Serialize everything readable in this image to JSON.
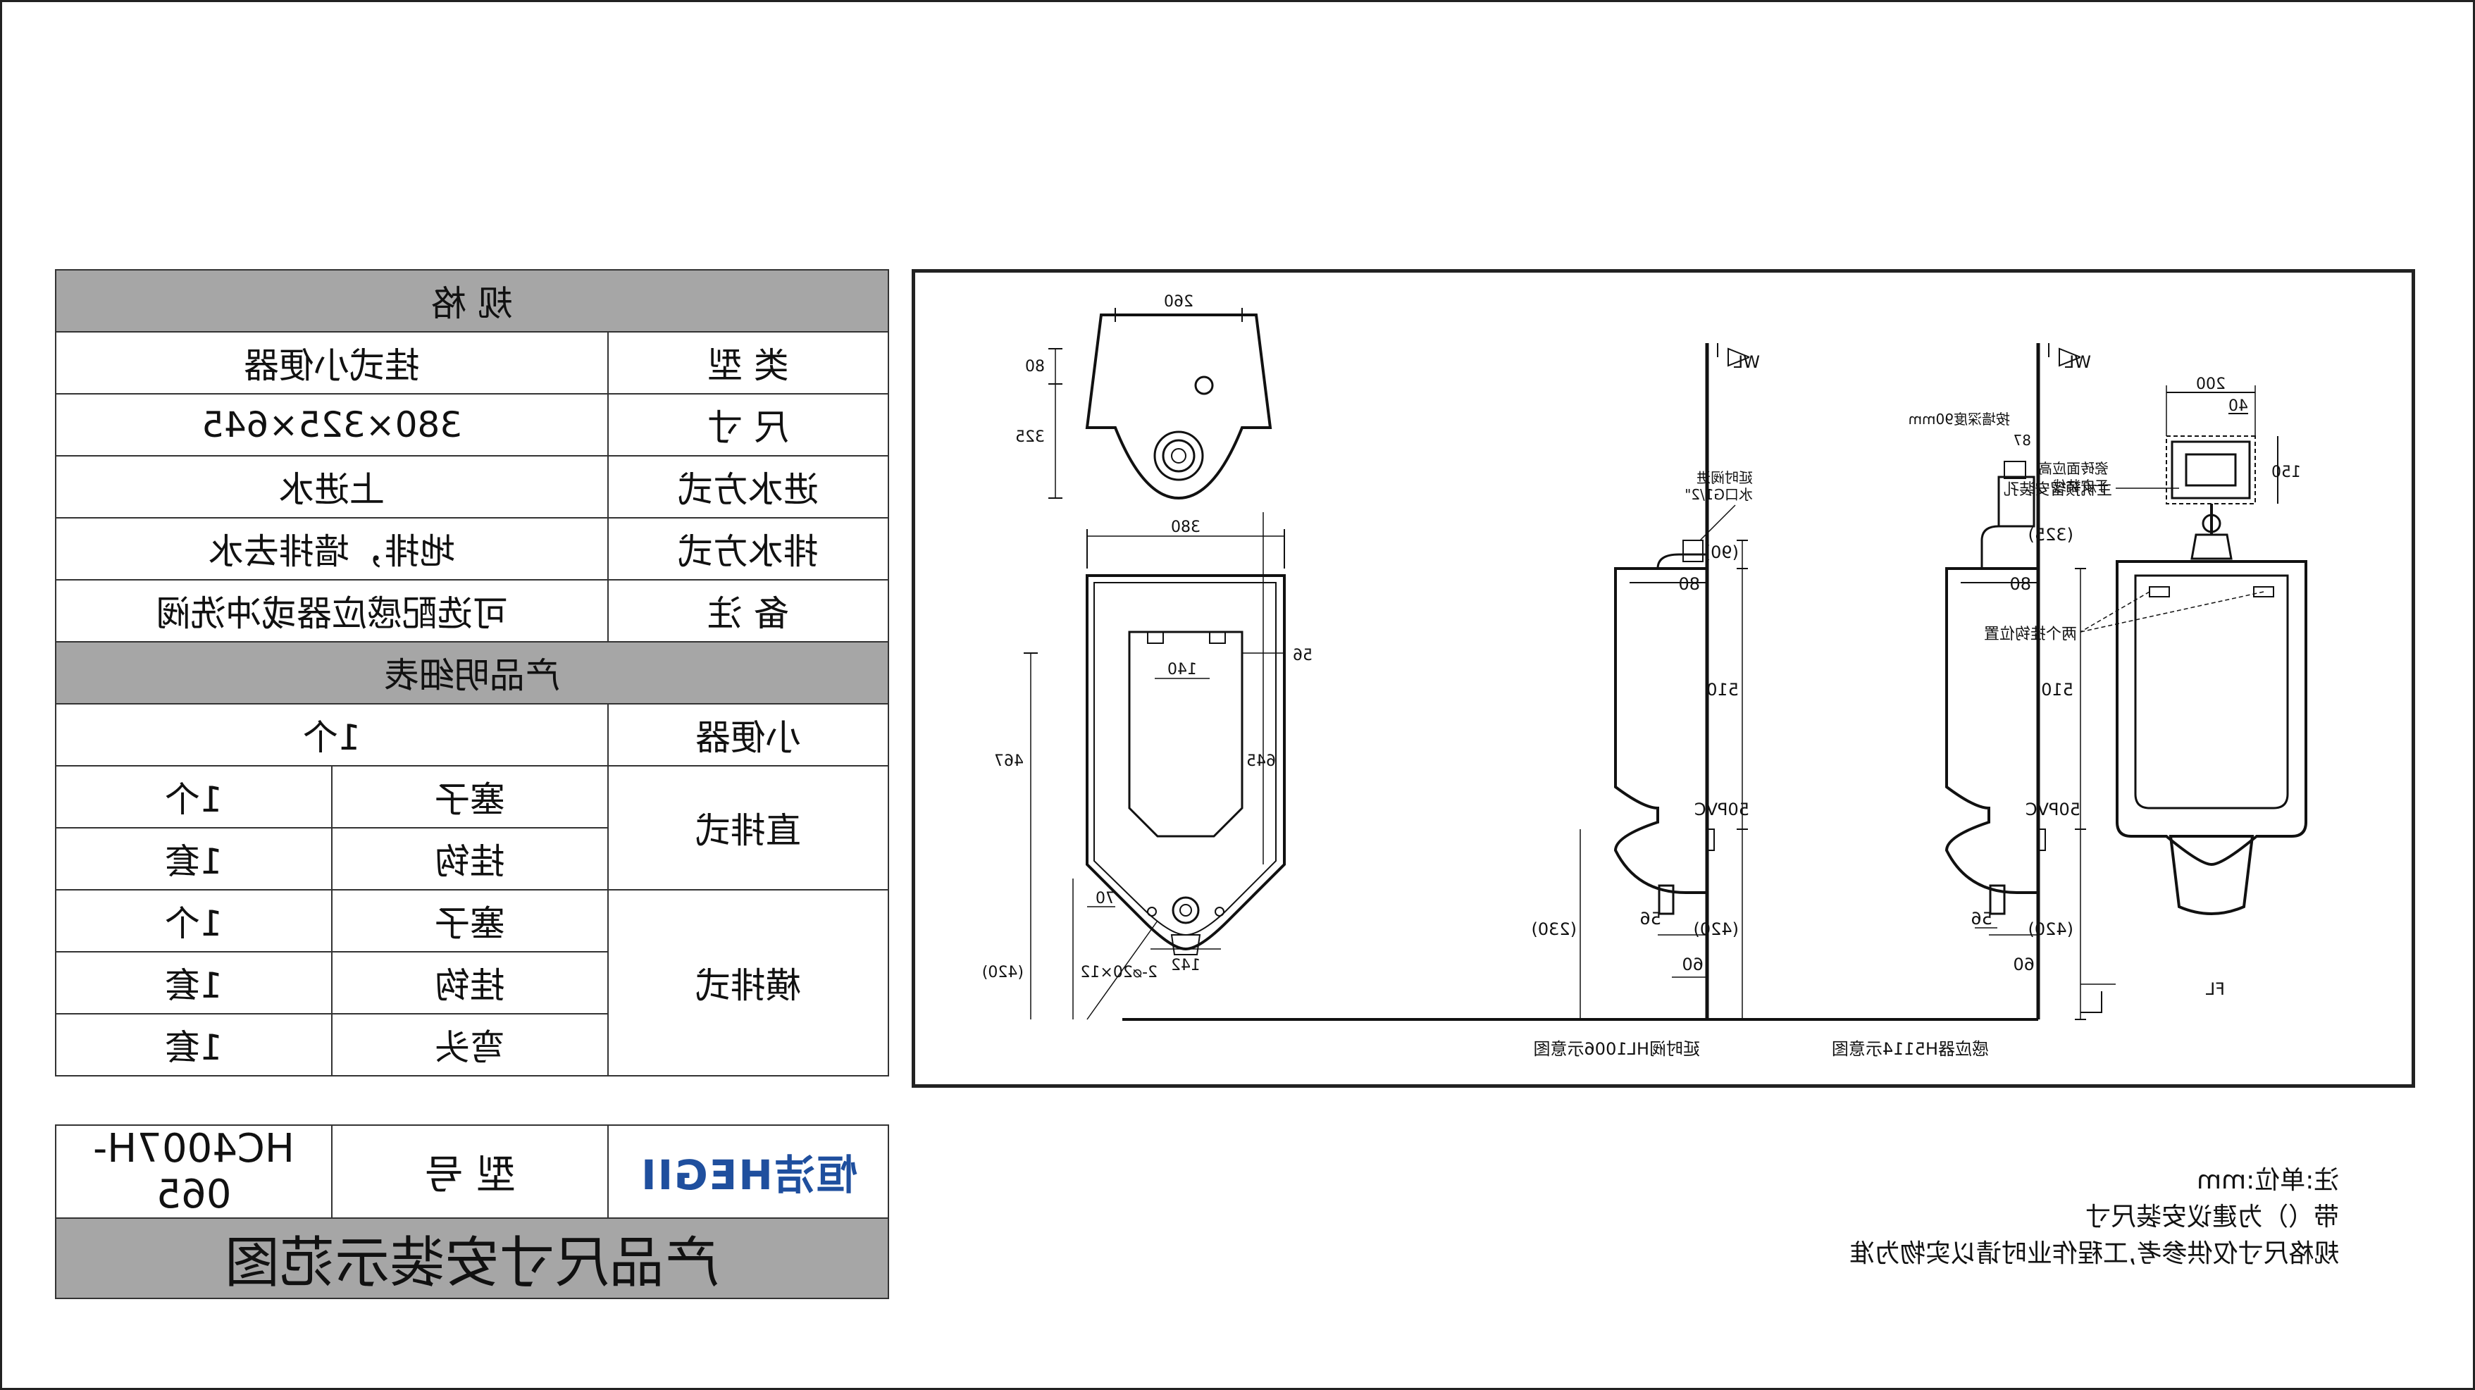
{
  "spec_table": {
    "spec_header": "规 格",
    "rows": [
      {
        "label": "类 型",
        "value": "挂式小便器"
      },
      {
        "label": "尺 寸",
        "value": "380×325×645"
      },
      {
        "label": "进水方式",
        "value": "上进水"
      },
      {
        "label": "排水方式",
        "value": "地排，墙排去水"
      },
      {
        "label": "备 注",
        "value": "可选配感应器或冲洗阀"
      }
    ],
    "detail_header": "产品明细表",
    "urinal": {
      "label": "小便器",
      "qty": "1个"
    },
    "straight": {
      "group": "直排式",
      "items": [
        {
          "name": "塞子",
          "qty": "1个"
        },
        {
          "name": "挂钩",
          "qty": "1套"
        }
      ]
    },
    "horizontal": {
      "group": "横排式",
      "items": [
        {
          "name": "塞子",
          "qty": "1个"
        },
        {
          "name": "挂钩",
          "qty": "1套"
        },
        {
          "name": "弯头",
          "qty": "1套"
        }
      ]
    }
  },
  "model_table": {
    "brand": "恒洁HEGII",
    "model_label": "型 号",
    "model_value": "HC4007H-065",
    "page_title": "产品尺寸安装示范图"
  },
  "drawing": {
    "dims_front": {
      "top_width": "260",
      "depth_80": "80",
      "height_325": "325",
      "width_380": "380",
      "d56": "56",
      "d140": "140",
      "h467": "467",
      "h645": "645",
      "d70": "70",
      "d142": "142",
      "bolts": "2-⌀20×12",
      "h420": "(420)"
    },
    "side1": {
      "wl": "WL",
      "valve_label_1": "延时阀进",
      "valve_label_2": "水口G1/2\"",
      "h90": "(90)",
      "d80": "80",
      "h510": "510",
      "pvc": "50PVC",
      "h420": "(420)",
      "h230": "(230)",
      "d60": "60",
      "d56": "56",
      "caption": "延时阀HL1006示意图"
    },
    "side2": {
      "wl": "WL",
      "embed_depth": "按墙深度90mm",
      "d87": "87",
      "sensor_label_1": "瓷砖面应高",
      "sensor_label_2": "于安装线",
      "h325": "(325)",
      "d80": "80",
      "h510": "510",
      "pvc": "50PVC",
      "h420": "(420)",
      "d60": "60",
      "d56": "56",
      "fl": "FL",
      "caption": "感应器H5114示意图"
    },
    "sensor_front": {
      "w200": "200",
      "w40": "40",
      "h150": "150",
      "hole_label": "主机预留安装孔",
      "hook_label": "两个挂钩位置"
    }
  },
  "notes": {
    "unit": "注:单位:mm",
    "bracket": "带（）为建议安装尺寸",
    "reference": "规格尺寸仅供参考,工程作业时请以实物为准"
  }
}
